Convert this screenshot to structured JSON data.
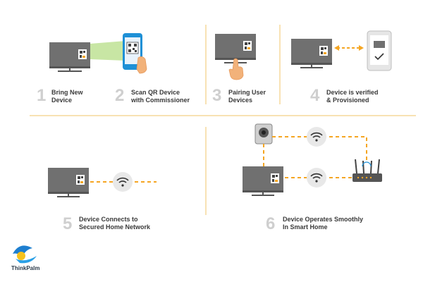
{
  "steps": [
    {
      "number": "1",
      "label": "Bring New\nDevice"
    },
    {
      "number": "2",
      "label": "Scan QR Device\nwith Commissioner"
    },
    {
      "number": "3",
      "label": "Pairing User\nDevices"
    },
    {
      "number": "4",
      "label": "Device is verified\n& Provisioned"
    },
    {
      "number": "5",
      "label": "Device Connects to\nSecured Home Network"
    },
    {
      "number": "6",
      "label": "Device Operates Smoothly\nIn Smart Home"
    }
  ],
  "brand": {
    "name": "ThinkPalm"
  },
  "colors": {
    "accent": "#f5a623",
    "divider": "#f6d89a",
    "device_screen": "#707070",
    "step_number": "#cfcfcf",
    "label_text": "#3a3a3a",
    "scan_beam": "#9bd15a",
    "phone_blue": "#1e90d6",
    "logo_blue": "#1e7fd0",
    "logo_yellow": "#f6c21d"
  },
  "icons": [
    "monitor-icon",
    "qr-code-icon",
    "smartphone-icon",
    "hand-pointer-icon",
    "wifi-icon",
    "router-icon",
    "camera-icon",
    "tablet-check-icon",
    "thinkpalm-logo-icon"
  ]
}
